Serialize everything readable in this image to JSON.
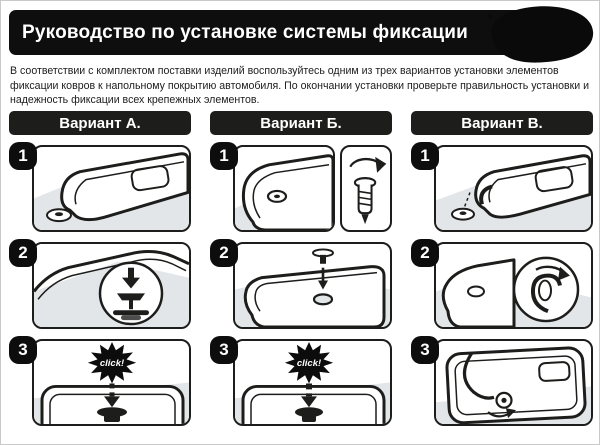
{
  "page": {
    "title": "Руководство по установке системы фиксации",
    "intro": "В соответствии с комплектом поставки изделий воспользуйтесь одним из трех вариантов установки элементов фиксации ковров к напольному покрытию автомобиля. По окончании установки проверьте правильность установки и надежность фиксации всех крепежных элементов."
  },
  "colors": {
    "title_bar_bg": "#0e0e0e",
    "variant_header_bg": "#1d1d1b",
    "ink": "#1d1d1b",
    "floor_shade": "#e3e6e9",
    "page_bg": "#ffffff"
  },
  "variants": [
    {
      "label": "Вариант А.",
      "steps": [
        {
          "num": "1",
          "illustration": "mat-corner-with-adhesive-disc"
        },
        {
          "num": "2",
          "illustration": "press-pin-into-grommet-magnified"
        },
        {
          "num": "3",
          "click": "click!",
          "illustration": "snap-fastener-click"
        }
      ]
    },
    {
      "label": "Вариант Б.",
      "steps": [
        {
          "num": "1",
          "illustration": "mat-grommet-and-screw-element"
        },
        {
          "num": "2",
          "illustration": "drop-pin-into-mat-hole"
        },
        {
          "num": "3",
          "click": "click!",
          "illustration": "snap-fastener-click"
        }
      ]
    },
    {
      "label": "Вариант В.",
      "steps": [
        {
          "num": "1",
          "illustration": "mat-bracket-with-disc"
        },
        {
          "num": "2",
          "illustration": "hook-and-loop-magnified"
        },
        {
          "num": "3",
          "illustration": "route-strap-around-knob"
        }
      ]
    }
  ]
}
